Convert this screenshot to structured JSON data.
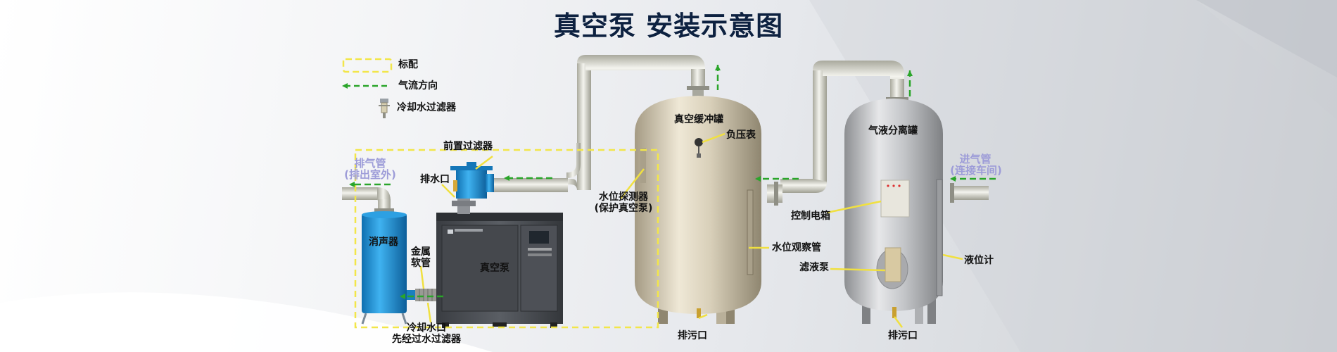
{
  "title": "真空泵 安装示意图",
  "legend": {
    "standard": "标配",
    "airflow": "气流方向",
    "filter": "冷却水过滤器"
  },
  "labels": {
    "exhaust_pipe": "排气管",
    "exhaust_pipe_note": "(排出室外)",
    "muffler": "消声器",
    "drain_port": "排水口",
    "front_filter": "前置过滤器",
    "metal_hose_1": "金属",
    "metal_hose_2": "软管",
    "vacuum_pump": "真空泵",
    "cooling_water_1": "冷却水口",
    "cooling_water_2": "先经过水过滤器",
    "water_level_probe": "水位探测器",
    "water_level_probe_note": "(保护真空泵)",
    "buffer_tank": "真空缓冲罐",
    "vacuum_gauge": "负压表",
    "sight_tube": "水位观察管",
    "sewage_1": "排污口",
    "separator_tank": "气液分离罐",
    "control_box": "控制电箱",
    "filter_pump": "滤液泵",
    "level_gauge": "液位计",
    "sewage_2": "排污口",
    "inlet_pipe": "进气管",
    "inlet_pipe_note": "(连接车间)"
  },
  "colors": {
    "title": "#0d2140",
    "standard_dash": "#f2e64a",
    "airflow": "#2aa52a",
    "pointer": "#f0e040",
    "muffler": "#1a8fd6",
    "filter": "#1a8fd6",
    "pump": "#4a4d52",
    "buffer_tank": "#cfc6b0",
    "separator_tank": "#b8babd",
    "pipe": "#d8d8cf",
    "lavender": "#9d9cd8"
  },
  "icons": {
    "standard": "dashed-box-icon",
    "airflow": "arrow-left-dashed-icon",
    "filter": "water-filter-icon"
  }
}
